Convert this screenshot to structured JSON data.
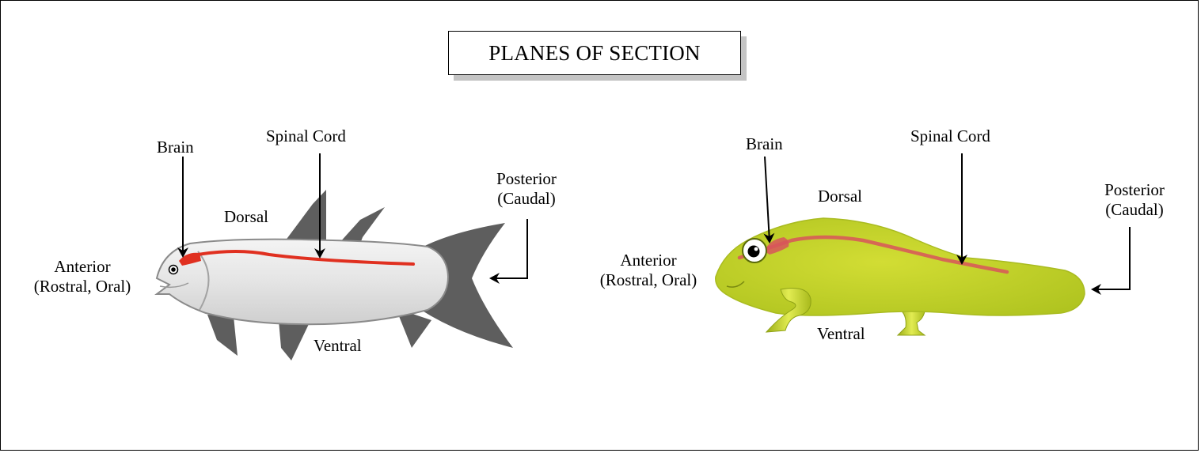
{
  "title": "PLANES OF SECTION",
  "fish": {
    "labels": {
      "brain": "Brain",
      "spinal_cord": "Spinal Cord",
      "dorsal": "Dorsal",
      "ventral": "Ventral",
      "posterior": "Posterior",
      "posterior_alt": "(Caudal)",
      "anterior": "Anterior",
      "anterior_alt": "(Rostral, Oral)"
    },
    "colors": {
      "body": "#e4e4e4",
      "fins": "#606060",
      "nerve": "#e03020"
    }
  },
  "frog": {
    "labels": {
      "brain": "Brain",
      "spinal_cord": "Spinal Cord",
      "dorsal": "Dorsal",
      "ventral": "Ventral",
      "posterior": "Posterior",
      "posterior_alt": "(Caudal)",
      "anterior": "Anterior",
      "anterior_alt": "(Rostral, Oral)"
    },
    "colors": {
      "body": "#c6d62c",
      "legs": "#d3e03a",
      "nerve": "#d8555a"
    }
  }
}
